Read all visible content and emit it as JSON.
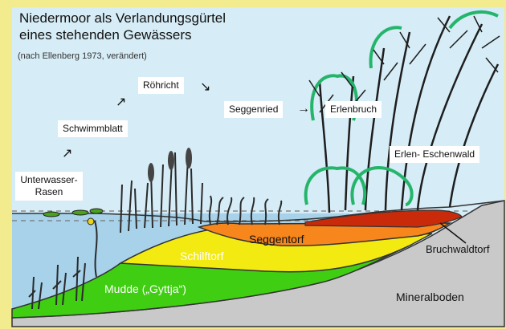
{
  "title_line1": "Niedermoor als Verlandungsgürtel",
  "title_line2": "eines stehenden Gewässers",
  "subtitle": "(nach Ellenberg 1973, verändert)",
  "vegetation_labels": {
    "unterwasser_rasen": "Unterwasser-\nRasen",
    "schwimmblatt": "Schwimmblatt",
    "roehricht": "Röhricht",
    "seggenried": "Seggenried",
    "erlenbruch": "Erlenbruch",
    "erlen_eschenwald": "Erlen- Eschenwald"
  },
  "arrow_glyphs": {
    "up_right": "↗",
    "down_right": "↘",
    "right": "→"
  },
  "layer_labels": {
    "seggentorf": "Seggentorf",
    "schilftorf": "Schilftorf",
    "mudde": "Mudde („Gyttja“)",
    "bruchwaldtorf": "Bruchwaldtorf",
    "mineralboden": "Mineralboden"
  },
  "colors": {
    "frame": "#f3ec8e",
    "sky": "#d6ecf6",
    "water": "#a7d2ea",
    "mudde": "#3fce12",
    "schilftorf": "#f3ea12",
    "seggentorf": "#f7861c",
    "bruchwaldtorf": "#c92a0a",
    "mineralboden": "#c9c9c9",
    "tree_crown": "#24b56b"
  }
}
